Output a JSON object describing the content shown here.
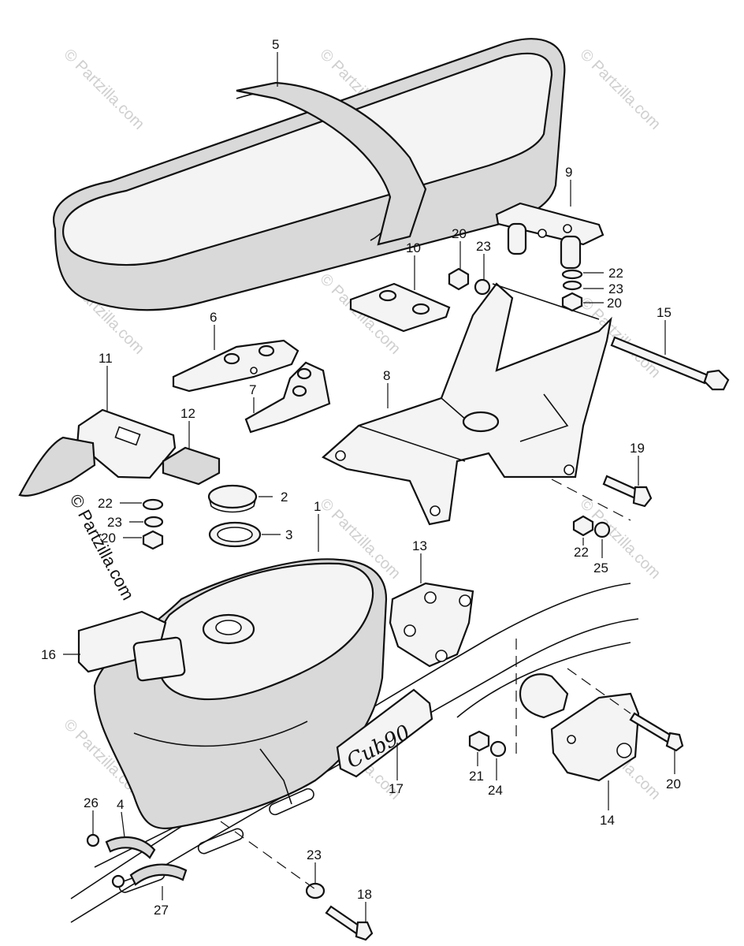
{
  "watermark": "© Partzilla.com",
  "side_watermark": "© Partzilla.com",
  "badge": {
    "text": "Cub90"
  },
  "callouts": [
    {
      "id": "5",
      "label": "5"
    },
    {
      "id": "9",
      "label": "9"
    },
    {
      "id": "20a",
      "label": "20"
    },
    {
      "id": "23a",
      "label": "23"
    },
    {
      "id": "10",
      "label": "10"
    },
    {
      "id": "22a",
      "label": "22"
    },
    {
      "id": "23b",
      "label": "23"
    },
    {
      "id": "20b",
      "label": "20"
    },
    {
      "id": "15",
      "label": "15"
    },
    {
      "id": "6",
      "label": "6"
    },
    {
      "id": "11",
      "label": "11"
    },
    {
      "id": "8",
      "label": "8"
    },
    {
      "id": "7",
      "label": "7"
    },
    {
      "id": "12",
      "label": "12"
    },
    {
      "id": "19",
      "label": "19"
    },
    {
      "id": "2",
      "label": "2"
    },
    {
      "id": "22b",
      "label": "22"
    },
    {
      "id": "23c",
      "label": "23"
    },
    {
      "id": "20c",
      "label": "20"
    },
    {
      "id": "3",
      "label": "3"
    },
    {
      "id": "1",
      "label": "1"
    },
    {
      "id": "22c",
      "label": "22"
    },
    {
      "id": "25",
      "label": "25"
    },
    {
      "id": "13",
      "label": "13"
    },
    {
      "id": "16",
      "label": "16"
    },
    {
      "id": "21",
      "label": "21"
    },
    {
      "id": "24",
      "label": "24"
    },
    {
      "id": "17",
      "label": "17"
    },
    {
      "id": "20d",
      "label": "20"
    },
    {
      "id": "14",
      "label": "14"
    },
    {
      "id": "26",
      "label": "26"
    },
    {
      "id": "4",
      "label": "4"
    },
    {
      "id": "23d",
      "label": "23"
    },
    {
      "id": "18",
      "label": "18"
    },
    {
      "id": "27",
      "label": "27"
    }
  ]
}
